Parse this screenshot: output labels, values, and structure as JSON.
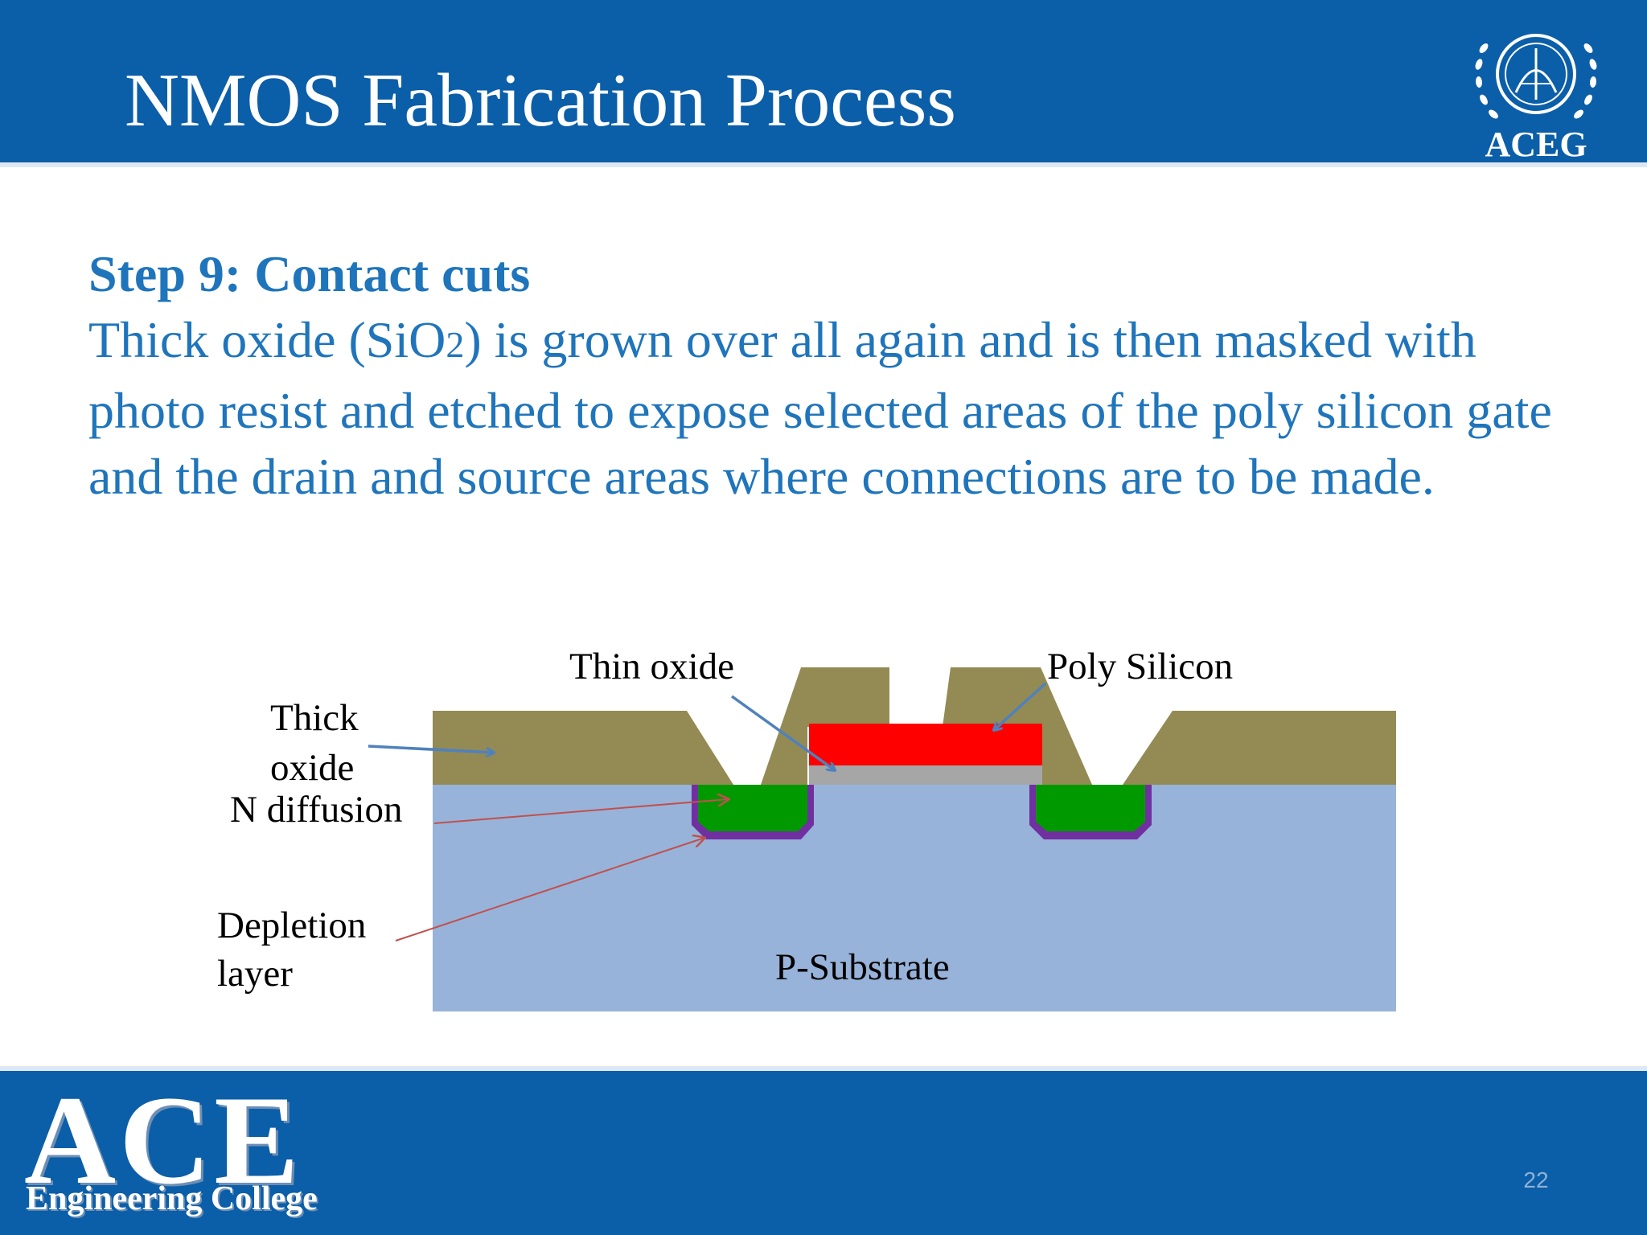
{
  "header": {
    "title": "NMOS Fabrication Process",
    "logo_text": "ACEG"
  },
  "content": {
    "step_title": "Step 9: Contact cuts",
    "para_before_sub": "Thick oxide  (SiO",
    "para_sub": "2",
    "para_after_sub": ") is grown over all again and is then masked with photo resist and etched to expose selected areas of the poly silicon gate and the drain and source areas where connections are to be made."
  },
  "diagram": {
    "labels": {
      "thin_oxide": "Thin oxide",
      "poly_silicon": "Poly Silicon",
      "thick_oxide_line1": "Thick",
      "thick_oxide_line2": "oxide",
      "n_diffusion": "N diffusion",
      "depletion_line1": "Depletion",
      "depletion_line2": "layer",
      "p_substrate": "P-Substrate"
    },
    "colors": {
      "substrate": "#98b3d9",
      "thick_oxide": "#948a54",
      "n_diffusion": "#009900",
      "depletion": "#7030a0",
      "poly": "#ff0000",
      "thin_oxide": "#a6a6a6",
      "blue_arrow": "#4f81bd",
      "red_arrow": "#c0504d"
    }
  },
  "footer": {
    "logo": "ACE",
    "subtitle": "Engineering College",
    "page_number": "22"
  }
}
